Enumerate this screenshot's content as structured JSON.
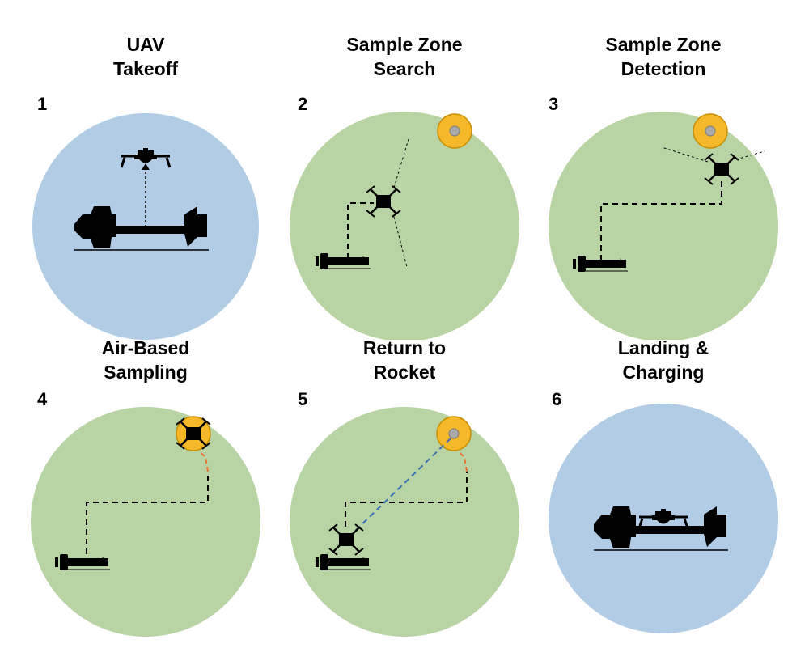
{
  "colors": {
    "sky": "#b2cce6",
    "ground": "#b9d4a4",
    "target": "#f4b82a",
    "target_center": "#a9a9a9",
    "return_path": "#3a6fb5",
    "sample_path": "#e8732f",
    "black": "#000000"
  },
  "panels": [
    {
      "number": "1",
      "title_line1": "UAV",
      "title_line2": "Takeoff"
    },
    {
      "number": "2",
      "title_line1": "Sample Zone",
      "title_line2": "Search"
    },
    {
      "number": "3",
      "title_line1": "Sample Zone",
      "title_line2": "Detection"
    },
    {
      "number": "4",
      "title_line1": "Air-Based",
      "title_line2": "Sampling"
    },
    {
      "number": "5",
      "title_line1": "Return to",
      "title_line2": "Rocket"
    },
    {
      "number": "6",
      "title_line1": "Landing &",
      "title_line2": "Charging"
    }
  ]
}
